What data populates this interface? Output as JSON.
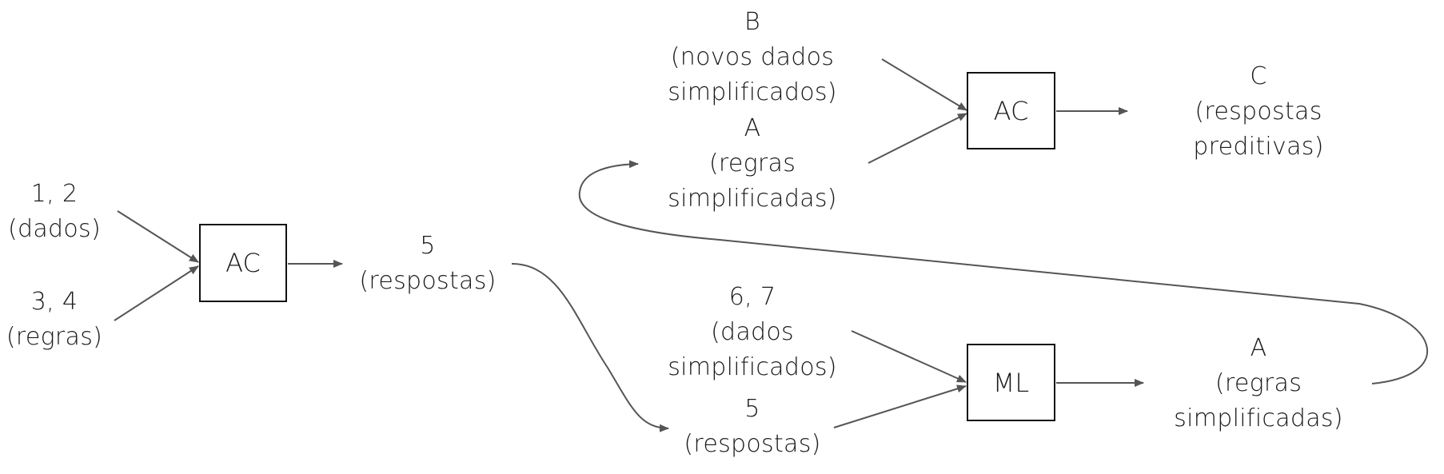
{
  "inputs": {
    "dados": [
      "1, 2",
      "(dados)"
    ],
    "regras": [
      "3, 4",
      "(regras)"
    ]
  },
  "box1": "AC",
  "out1": [
    "5",
    "(respostas)"
  ],
  "top": {
    "b": [
      "B",
      "(novos dados",
      "simplificados)"
    ],
    "a": [
      "A",
      "(regras",
      "simplificadas)"
    ],
    "box": "AC",
    "out": [
      "C",
      "(respostas",
      "preditivas)"
    ]
  },
  "bottom": {
    "dados": [
      "6, 7",
      "(dados",
      "simplificados)"
    ],
    "resp": [
      "5",
      "(respostas)"
    ],
    "box": "ML",
    "out": [
      "A",
      "(regras",
      "simplificadas)"
    ]
  }
}
